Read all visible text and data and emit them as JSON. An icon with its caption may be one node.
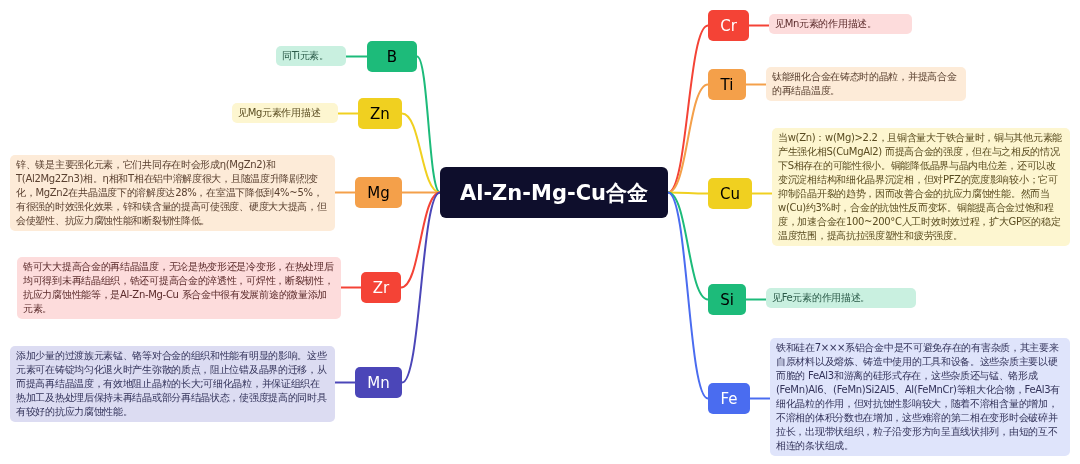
{
  "diagram": {
    "nodes": [
      {
        "text": [
          "Al-Zn-Mg-Cu合金"
        ]
      },
      {
        "text": [
          "B"
        ]
      },
      {
        "text": [
          "同Ti元素。"
        ]
      },
      {
        "text": [
          "Zn"
        ]
      },
      {
        "text": [
          "见Mg元素作用描述"
        ]
      },
      {
        "text": [
          "Mg"
        ]
      },
      {
        "text": [
          "锌、镁是主要强化元素，它们共同存在时会形成η(MgZn2)和T(Al2Mg2Zn3)相。η相和T相在铝中溶解度很大，且随温度升降剧烈变化，MgZn2在共晶温度下的溶解度达28%，在室温下降低到4%~5%，有很强的时效强化效果，锌和镁含量的提高可使强度、硬度大大提高，但会使塑性、抗应力腐蚀性能和断裂韧性降低。"
        ]
      },
      {
        "text": [
          "Zr"
        ]
      },
      {
        "text": [
          "锆可大大提高合金的再结晶温度，无论是热变形还是冷变形，在热处理后均可得到未再结晶组织，锆还可提高合金的淬透性，可焊性，断裂韧性，抗应力腐蚀性能等，是Al-Zn-Mg-Cu 系合金中很有发展前途的微量添加元素。"
        ]
      },
      {
        "text": [
          "Mn"
        ]
      },
      {
        "text": [
          "添加少量的过渡族元素锰、铬等对合金的组织和性能有明显的影响。这些元素可在铸锭均匀化退火时产生弥散的质点，阻止位错及晶界的迁移，从而提高再结晶温度，有效地阻止晶粒的长大;可细化晶粒，并保证组织在热加工及热处理后保持未再结晶或部分再结晶状态，使强度提高的同时具有较好的抗应力腐蚀性能。"
        ]
      },
      {
        "text": [
          "Cr"
        ]
      },
      {
        "text": [
          "见Mn元素的作用描述。"
        ]
      },
      {
        "text": [
          "Ti"
        ]
      },
      {
        "text": [
          "钛能细化合金在铸态时的晶粒，并提高合金的再结晶温度。"
        ]
      },
      {
        "text": [
          "Cu"
        ]
      },
      {
        "text": [
          "当w(Zn)：w(Mg)>2.2，且铜含量大于铁合量时，铜与其他元素能产生强化相S(CuMgAl2) 而提高合金的强度，但在与之相反的情况下S相存在的可能性很小。铜能降低晶界与晶内电位差，还可以改变沉淀相结构和细化晶界沉淀相，但对PFZ的宽度影响较小；它可抑制沿晶开裂的趋势，因而改善合金的抗应力腐蚀性能。然而当w(Cu)约3%时，合金的抗蚀性反而变坏。铜能提高合金过饱和程度，加速合金在100~200°C人工时效时效过程，扩大GP区的稳定温度范围，提高抗拉强度塑性和疲劳强度。"
        ]
      },
      {
        "text": [
          "Si"
        ]
      },
      {
        "text": [
          "见Fe元素的作用描述。"
        ]
      },
      {
        "text": [
          "Fe"
        ]
      },
      {
        "text": [
          "铁和硅在7×××系铝合金中是不可避免存在的有害杂质，其主要来自原材料以及熔炼、铸造中使用的工具和设备。这些杂质主要以硬而脆的 FeAl3和游离的硅形式存在，这些杂质还与锰、铬形成(FeMn)Al6、(FeMn)Si2Al5、Al(FeMnCr)等粗大化合物，FeAl3有细化晶粒的作用，但对抗蚀性影响较大，随着不溶相含量的增加，不溶相的体积分数也在增加，这些难溶的第二相在变形时会破碎并拉长，出现带状组织，粒子沿变形方向呈直线状排列，由短的互不相连的条状组成。"
        ]
      }
    ],
    "edges": [
      {
        "from": 0,
        "to": 1,
        "arrow": "none",
        "color": "#1dbb7a"
      },
      {
        "from": 1,
        "to": 2,
        "arrow": "none",
        "color": "#1dbb7a"
      },
      {
        "from": 0,
        "to": 3,
        "arrow": "none",
        "color": "#f0d020"
      },
      {
        "from": 3,
        "to": 4,
        "arrow": "none",
        "color": "#f0d020"
      },
      {
        "from": 0,
        "to": 5,
        "arrow": "none",
        "color": "#f4a04a"
      },
      {
        "from": 5,
        "to": 6,
        "arrow": "none",
        "color": "#f4a04a"
      },
      {
        "from": 0,
        "to": 7,
        "arrow": "none",
        "color": "#f44336"
      },
      {
        "from": 7,
        "to": 8,
        "arrow": "none",
        "color": "#f44336"
      },
      {
        "from": 0,
        "to": 9,
        "arrow": "none",
        "color": "#4b46b8"
      },
      {
        "from": 9,
        "to": 10,
        "arrow": "none",
        "color": "#4b46b8"
      },
      {
        "from": 0,
        "to": 11,
        "arrow": "none",
        "color": "#f44336"
      },
      {
        "from": 11,
        "to": 12,
        "arrow": "none",
        "color": "#f44336"
      },
      {
        "from": 0,
        "to": 13,
        "arrow": "none",
        "color": "#f4a04a"
      },
      {
        "from": 13,
        "to": 14,
        "arrow": "none",
        "color": "#f4a04a"
      },
      {
        "from": 0,
        "to": 15,
        "arrow": "none",
        "color": "#f0d020"
      },
      {
        "from": 15,
        "to": 16,
        "arrow": "none",
        "color": "#f0d020"
      },
      {
        "from": 0,
        "to": 17,
        "arrow": "none",
        "color": "#1dbb7a"
      },
      {
        "from": 17,
        "to": 18,
        "arrow": "none",
        "color": "#1dbb7a"
      },
      {
        "from": 0,
        "to": 19,
        "arrow": "none",
        "color": "#4a6cf0"
      },
      {
        "from": 19,
        "to": 20,
        "arrow": "none",
        "color": "#4a6cf0"
      }
    ]
  }
}
